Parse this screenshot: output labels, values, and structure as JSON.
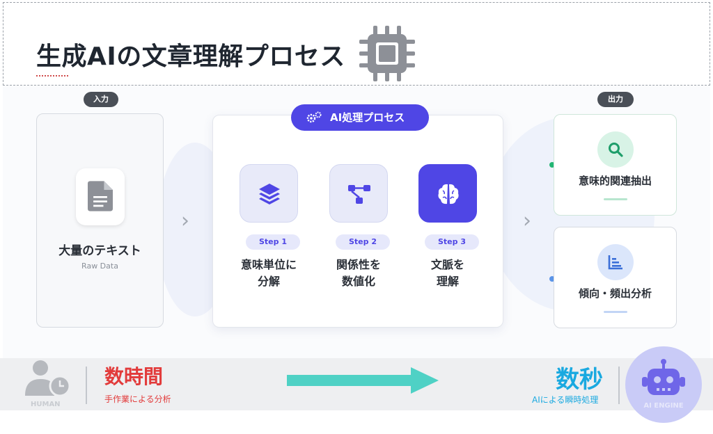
{
  "page": {
    "title": "生成AIの文章理解プロセス",
    "title_icon": "chip-icon"
  },
  "input": {
    "badge": "入力",
    "title": "大量のテキスト",
    "subtitle": "Raw Data",
    "icon": "document-icon"
  },
  "process": {
    "header": "AI処理プロセス",
    "header_icon": "gears-icon",
    "steps": [
      {
        "badge": "Step 1",
        "label_line1": "意味単位に",
        "label_line2": "分解",
        "icon": "layers-icon"
      },
      {
        "badge": "Step 2",
        "label_line1": "関係性を",
        "label_line2": "数値化",
        "icon": "diagram-icon"
      },
      {
        "badge": "Step 3",
        "label_line1": "文脈を",
        "label_line2": "理解",
        "icon": "brain-icon"
      }
    ]
  },
  "output": {
    "badge": "出力",
    "items": [
      {
        "title": "意味的関連抽出",
        "icon": "search-icon",
        "accent": "#1e9e6a"
      },
      {
        "title": "傾向・頻出分析",
        "icon": "chart-icon",
        "accent": "#3b6fd8"
      }
    ]
  },
  "comparison": {
    "human_label": "HUMAN",
    "human_value": "数時間",
    "human_note": "手作業による分析",
    "ai_value": "数秒",
    "ai_note": "AIによる瞬時処理",
    "engine_label": "AI ENGINE"
  },
  "colors": {
    "primary": "#4f46e5",
    "human_red": "#e23b3b",
    "ai_blue": "#1aa9e0",
    "arrow_teal": "#4fd1c5"
  }
}
